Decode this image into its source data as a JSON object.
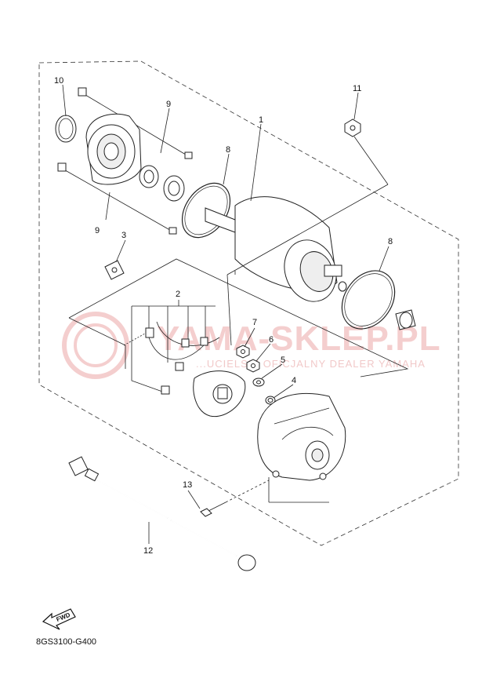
{
  "diagram": {
    "drawing_code": "8GS3100-G400",
    "fwd_label": "FWD",
    "watermark": {
      "brand": "YAMA-SKLEP.PL",
      "tagline": "...UCIELSKI OFICJALNY DEALER YAMAHA"
    },
    "callouts": {
      "p1": "1",
      "p2": "2",
      "p3": "3",
      "p4": "4",
      "p5": "5",
      "p6": "6",
      "p7": "7",
      "p8a": "8",
      "p8b": "8",
      "p9a": "9",
      "p9b": "9",
      "p10": "10",
      "p11": "11",
      "p12": "12",
      "p13": "13"
    }
  }
}
